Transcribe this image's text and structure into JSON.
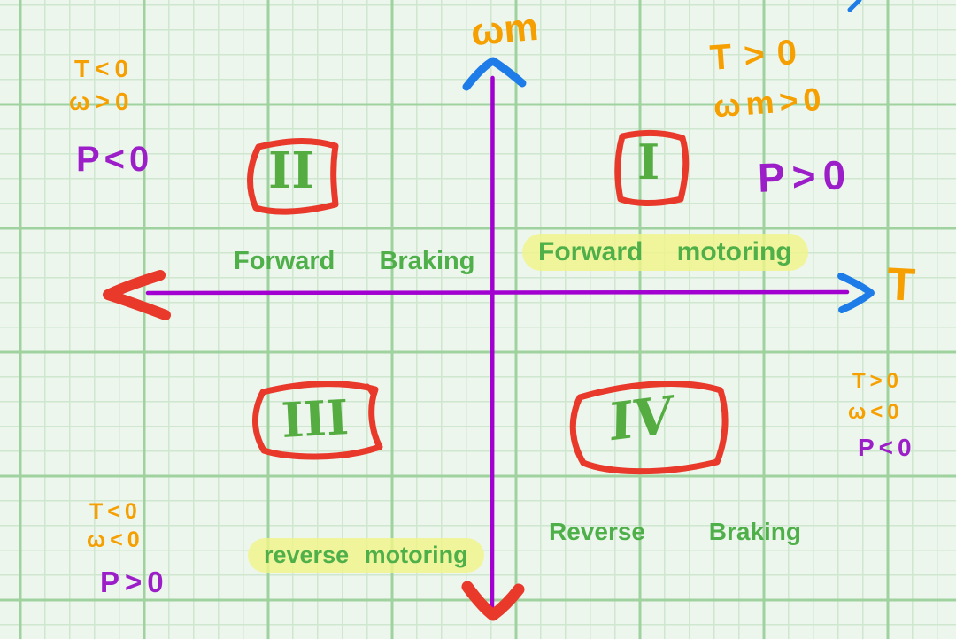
{
  "axes": {
    "vertical_label": "ωm",
    "horizontal_label": "T"
  },
  "quadrants": [
    {
      "numeral": "I",
      "operation": "Forward motoring",
      "highlighted": true
    },
    {
      "numeral": "II",
      "operation": "Forward Braking",
      "highlighted": false
    },
    {
      "numeral": "III",
      "operation": "reverse motoring",
      "highlighted": true
    },
    {
      "numeral": "IV",
      "operation": "Reverse Braking",
      "highlighted": false
    }
  ],
  "annotations": {
    "top_left": {
      "torque": "T<0",
      "speed": "ω>0",
      "power": "P<0"
    },
    "top_right": {
      "torque": "T>0",
      "speed": "ωm>0",
      "power": "P>0"
    },
    "bottom_left": {
      "torque": "T<0",
      "speed": "ω<0",
      "power": "P>0"
    },
    "bottom_right": {
      "torque": "T>0",
      "speed": "ω<0",
      "power": "P<0"
    }
  },
  "colors": {
    "paper": "#edf6ed",
    "grid_minor": "#cfe7cf",
    "grid_major": "#9fd29f",
    "axis": "#a100d0",
    "orange": "#f5a000",
    "purple": "#9c1ec8",
    "green": "#4fb04a",
    "numeral_green": "#55ad42",
    "red": "#e8392a",
    "blue": "#1e7ce8",
    "highlight": "#eef394"
  }
}
